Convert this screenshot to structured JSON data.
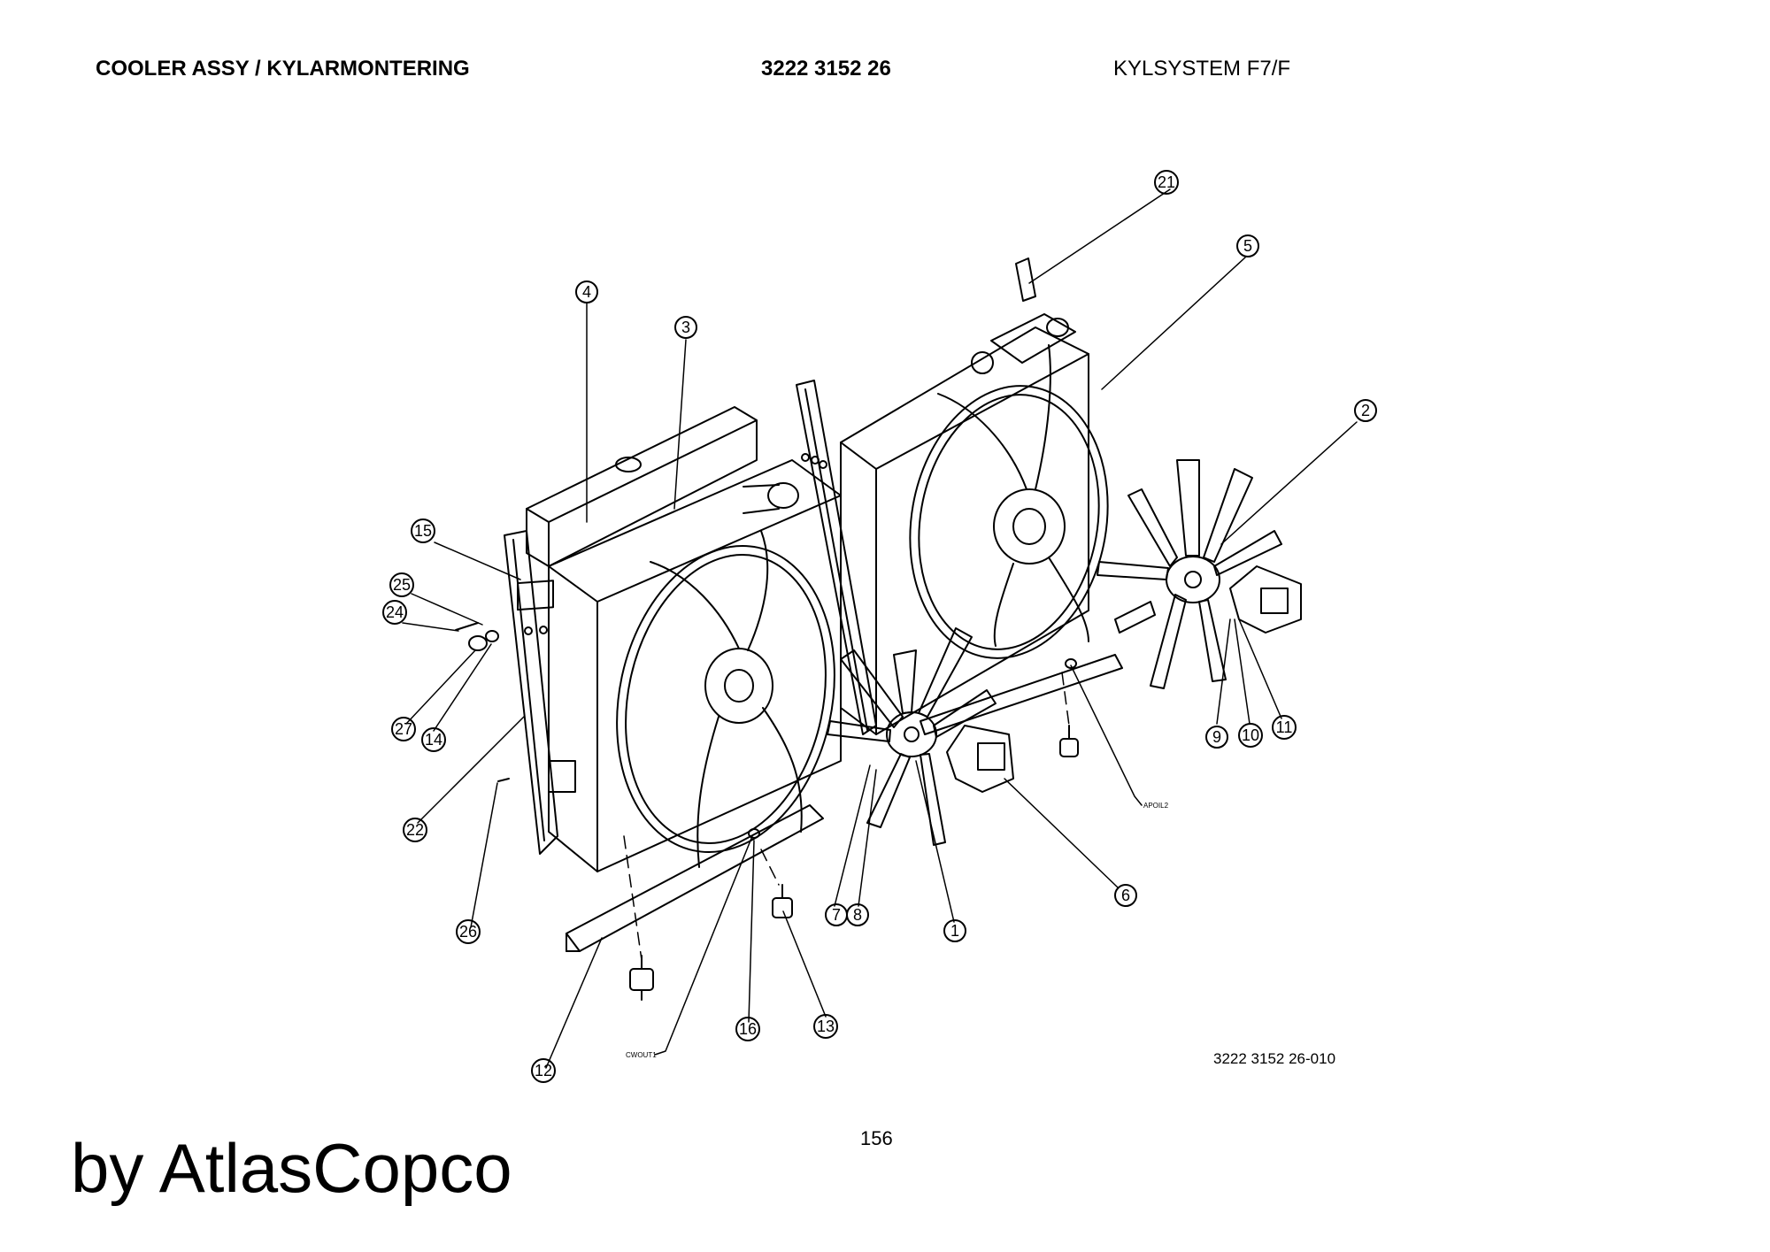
{
  "header": {
    "title": "COOLER ASSY / KYLARMONTERING",
    "part_number": "3222 3152 26",
    "system": "KYLSYSTEM F7/F"
  },
  "callouts": [
    {
      "id": "c1",
      "label": "1"
    },
    {
      "id": "c2",
      "label": "2"
    },
    {
      "id": "c3",
      "label": "3"
    },
    {
      "id": "c4",
      "label": "4"
    },
    {
      "id": "c5",
      "label": "5"
    },
    {
      "id": "c6",
      "label": "6"
    },
    {
      "id": "c7",
      "label": "7"
    },
    {
      "id": "c8",
      "label": "8"
    },
    {
      "id": "c9",
      "label": "9"
    },
    {
      "id": "c10",
      "label": "10"
    },
    {
      "id": "c11",
      "label": "11"
    },
    {
      "id": "c12",
      "label": "12"
    },
    {
      "id": "c13",
      "label": "13"
    },
    {
      "id": "c14",
      "label": "14"
    },
    {
      "id": "c15",
      "label": "15"
    },
    {
      "id": "c16",
      "label": "16"
    },
    {
      "id": "c21",
      "label": "21"
    },
    {
      "id": "c22",
      "label": "22"
    },
    {
      "id": "c24",
      "label": "24"
    },
    {
      "id": "c25",
      "label": "25"
    },
    {
      "id": "c26",
      "label": "26"
    },
    {
      "id": "c27",
      "label": "27"
    }
  ],
  "connector_labels": {
    "apoil2": "APOIL2",
    "cwout1": "CWOUT1"
  },
  "footer": {
    "drawing_number": "3222 3152 26-010",
    "page_number": "156",
    "brand": "by AtlasCopco"
  }
}
